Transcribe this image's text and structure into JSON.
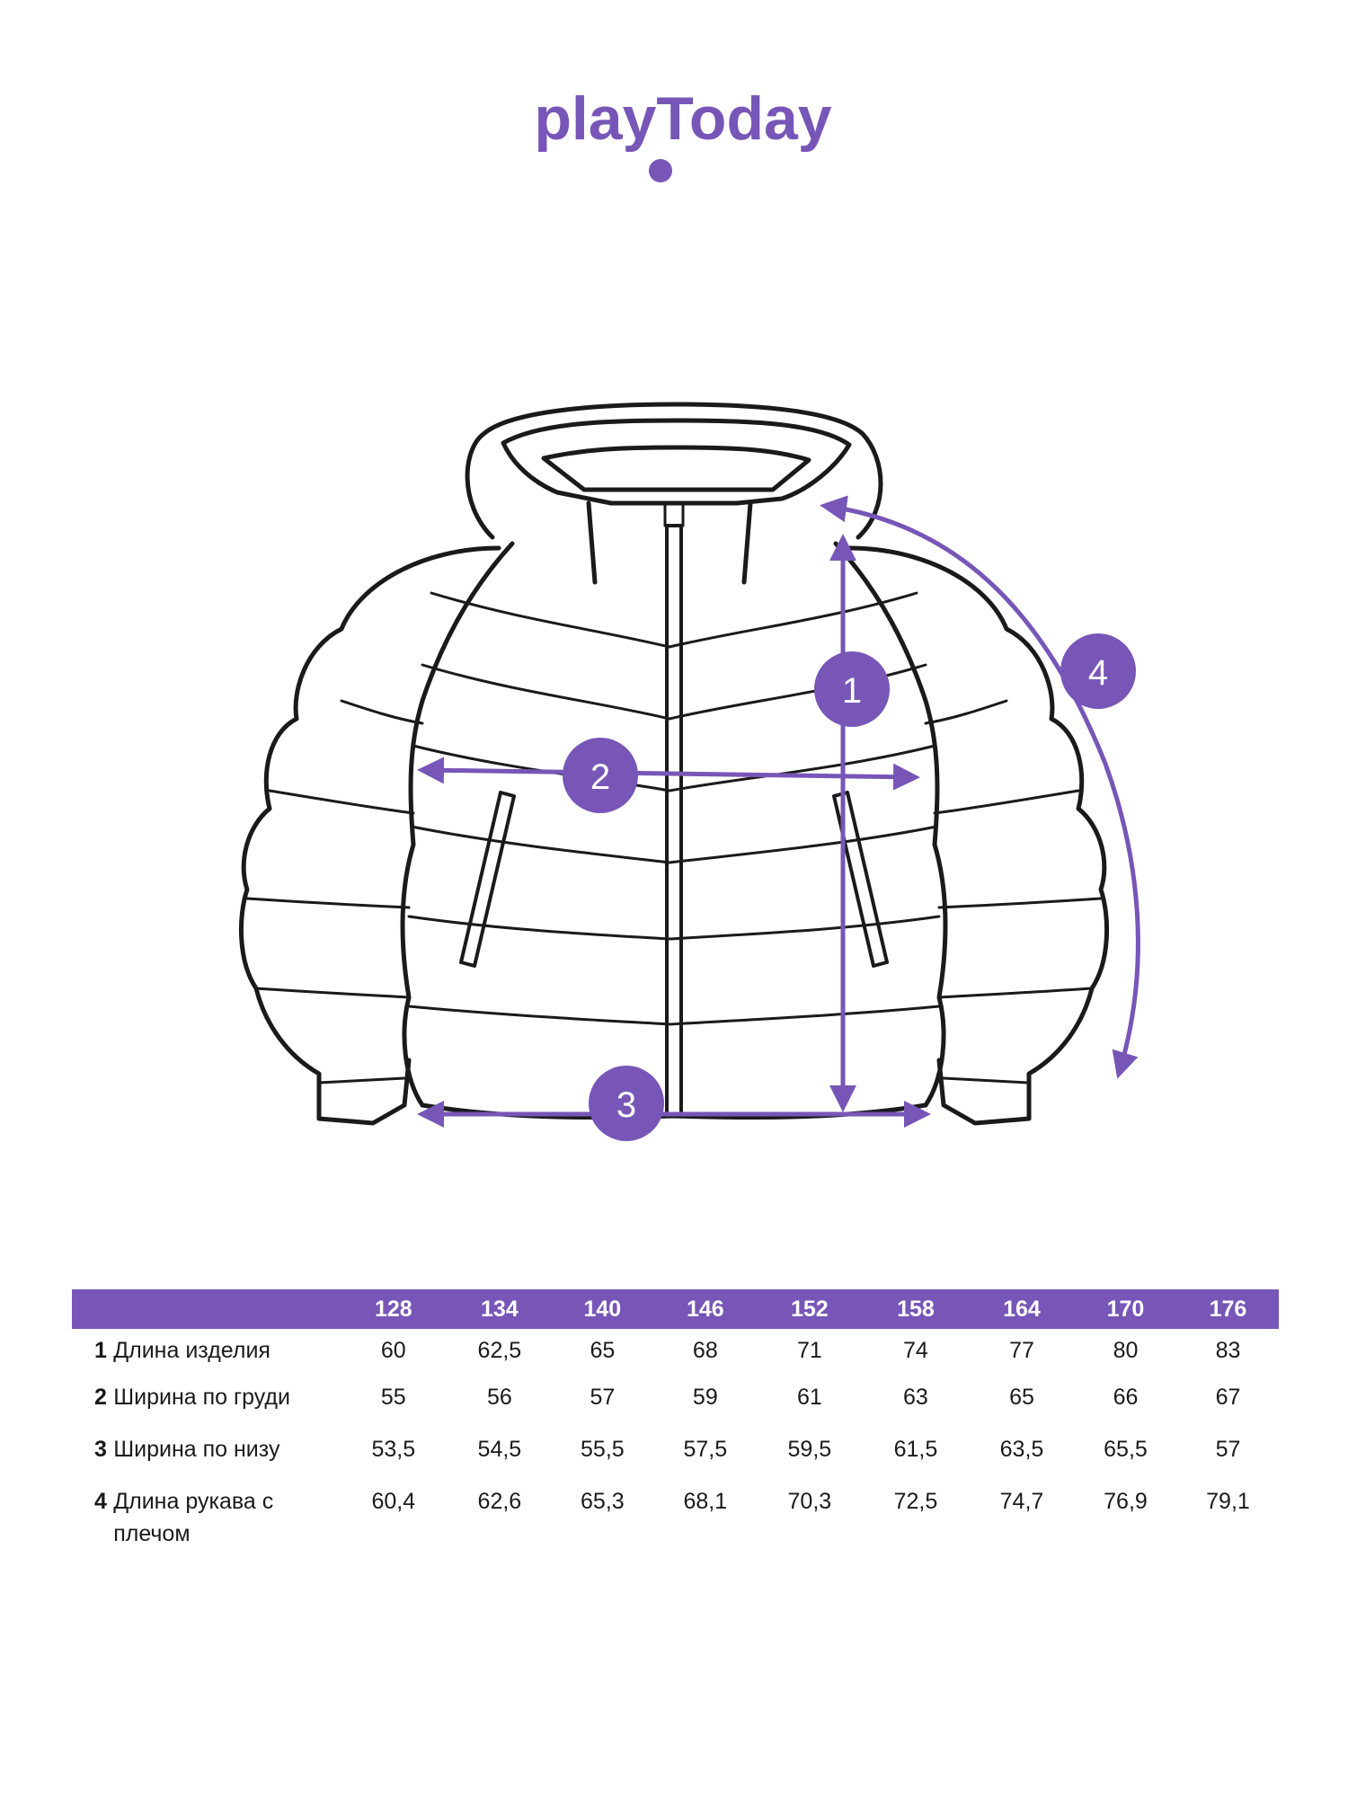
{
  "brand": {
    "logo_text": "playToday",
    "color": "#7756b7"
  },
  "accent_color": "#7756b7",
  "diagram": {
    "markers": [
      {
        "id": "1",
        "label": "1"
      },
      {
        "id": "2",
        "label": "2"
      },
      {
        "id": "3",
        "label": "3"
      },
      {
        "id": "4",
        "label": "4"
      }
    ]
  },
  "size_table": {
    "sizes": [
      "128",
      "134",
      "140",
      "146",
      "152",
      "158",
      "164",
      "170",
      "176"
    ],
    "rows": [
      {
        "num": "1",
        "label": "Длина изделия",
        "values": [
          "60",
          "62,5",
          "65",
          "68",
          "71",
          "74",
          "77",
          "80",
          "83"
        ]
      },
      {
        "num": "2",
        "label": "Ширина по груди",
        "values": [
          "55",
          "56",
          "57",
          "59",
          "61",
          "63",
          "65",
          "66",
          "67"
        ]
      },
      {
        "num": "3",
        "label": "Ширина по низу",
        "values": [
          "53,5",
          "54,5",
          "55,5",
          "57,5",
          "59,5",
          "61,5",
          "63,5",
          "65,5",
          "57"
        ]
      },
      {
        "num": "4",
        "label": "Длина рукава с плечом",
        "values": [
          "60,4",
          "62,6",
          "65,3",
          "68,1",
          "70,3",
          "72,5",
          "74,7",
          "76,9",
          "79,1"
        ]
      }
    ]
  }
}
